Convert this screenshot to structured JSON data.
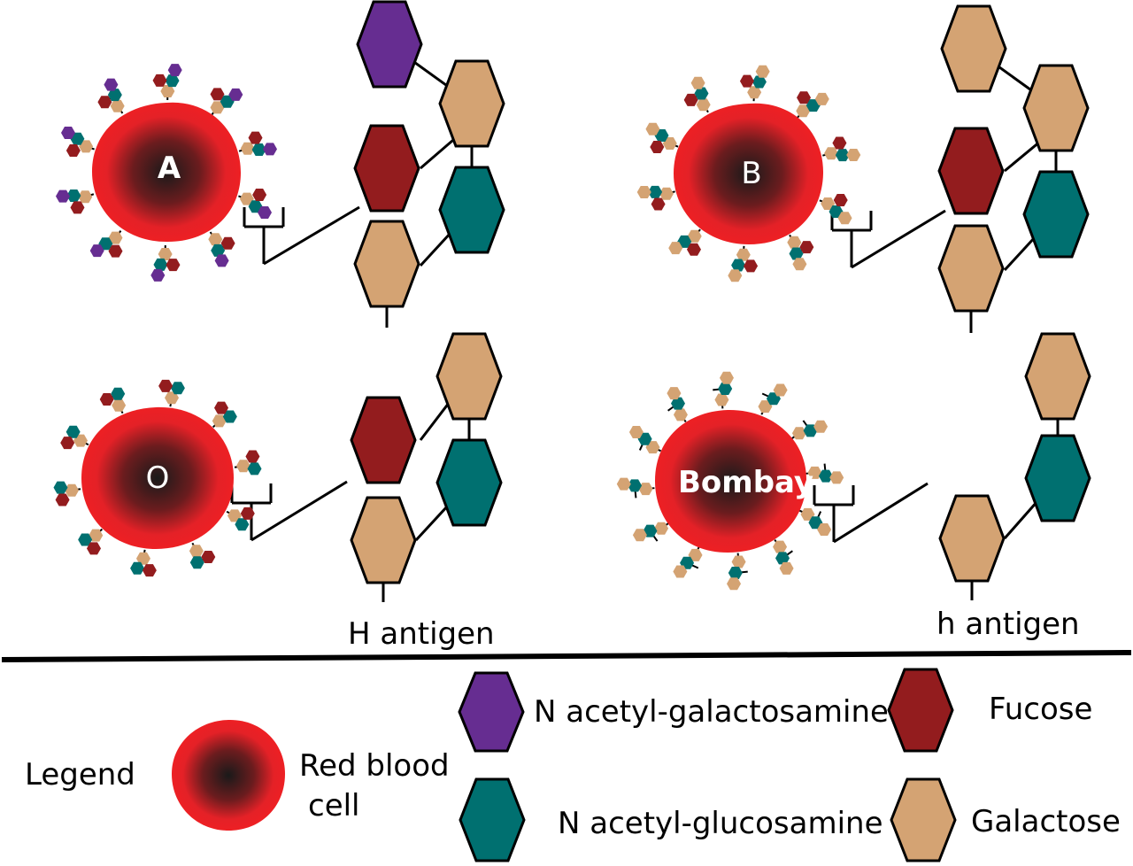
{
  "cells": [
    {
      "id": "a",
      "label": "A"
    },
    {
      "id": "b",
      "label": "B"
    },
    {
      "id": "o",
      "label": "O"
    },
    {
      "id": "bombay",
      "label": "Bombay"
    }
  ],
  "antigen_labels": {
    "h_upper": "H antigen",
    "h_lower": "h antigen"
  },
  "legend": {
    "title": "Legend",
    "rbc_line1": "Red blood",
    "rbc_line2": "cell",
    "galnac": "N acetyl-galactosamine",
    "fucose": "Fucose",
    "glcnac": "N acetyl-glucosamine",
    "galactose": "Galactose"
  },
  "colors": {
    "galnac": "#662d91",
    "fucose": "#931c1e",
    "glcnac": "#007070",
    "galactose": "#d4a373",
    "rbc_outer": "#ed2024",
    "rbc_inner": "#231f20"
  }
}
